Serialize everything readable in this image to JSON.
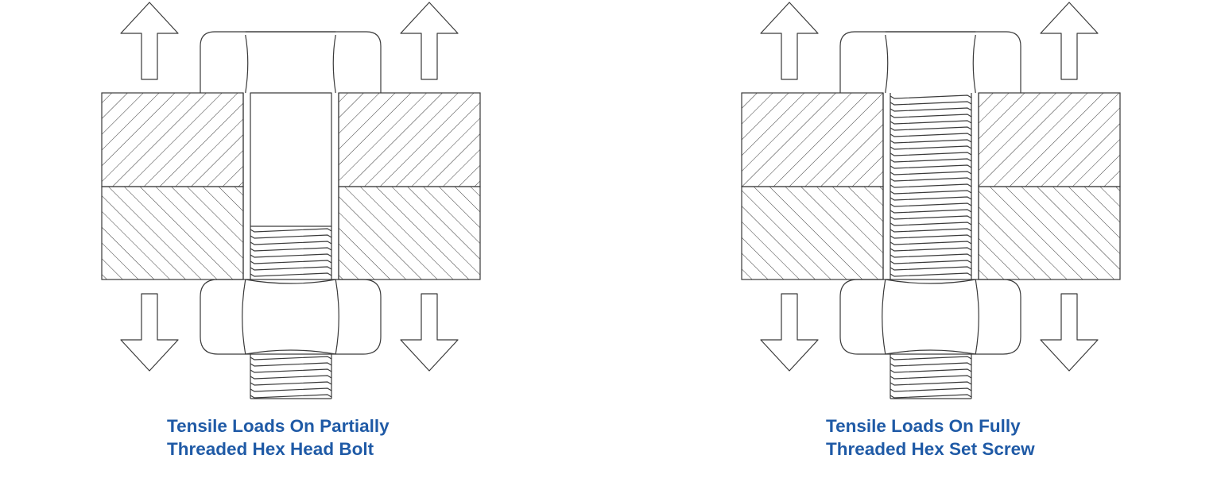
{
  "diagrams": [
    {
      "id": "partial",
      "caption_line1": "Tensile Loads On Partially",
      "caption_line2": "Threaded Hex Head Bolt",
      "thread": "partial"
    },
    {
      "id": "full",
      "caption_line1": "Tensile Loads On Fully",
      "caption_line2": "Threaded Hex Set Screw",
      "thread": "full"
    }
  ],
  "colors": {
    "line": "#3a3a3a",
    "caption": "#1f5aa6",
    "background": "#ffffff"
  }
}
